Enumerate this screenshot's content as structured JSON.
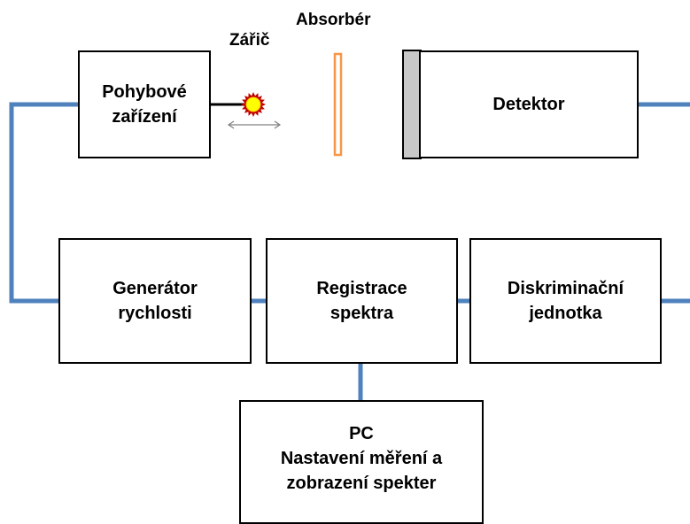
{
  "blocks": {
    "motion_device": "Pohybové\nzařízení",
    "detector": "Detektor",
    "velocity_generator": "Generátor\nrychlosti",
    "spectrum_registration": "Registrace\nspektra",
    "discrimination_unit": "Diskriminační\njednotka",
    "pc": "PC\nNastavení měření a\nzobrazení spekter"
  },
  "labels": {
    "source": "Zářič",
    "absorber": "Absorbér"
  },
  "colors": {
    "wire": "#4f81bd",
    "source_core": "#ffff00",
    "source_ring": "#c00000",
    "absorber": "#f79646",
    "detector_window": "#c8c8c8"
  }
}
